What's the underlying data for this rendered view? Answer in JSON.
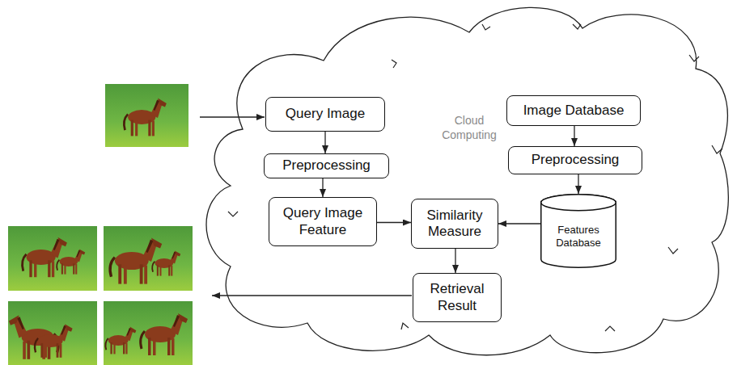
{
  "diagram": {
    "nodes": [
      {
        "text": [
          "Cloud Computing"
        ]
      },
      {
        "text": [
          "Query Image"
        ],
        "in": 0
      },
      {
        "text": [
          "Image Database"
        ],
        "in": 0
      },
      {
        "text": [
          "Preprocessing"
        ],
        "in": 0
      },
      {
        "text": [
          "Preprocessing"
        ],
        "in": 0
      },
      {
        "text": [
          "Query Image Feature"
        ],
        "in": 0
      },
      {
        "text": [
          "Similarity Measure"
        ],
        "in": 0
      },
      {
        "text": [
          "Features Database"
        ],
        "in": 0
      },
      {
        "text": [
          "Retrieval Result"
        ],
        "in": 0
      }
    ],
    "edges": [
      {
        "from": 1,
        "to": 3,
        "arrow": "to"
      },
      {
        "from": 3,
        "to": 5,
        "arrow": "to"
      },
      {
        "from": 2,
        "to": 4,
        "arrow": "to"
      },
      {
        "from": 4,
        "to": 7,
        "arrow": "to"
      },
      {
        "from": 5,
        "to": 6,
        "arrow": "to"
      },
      {
        "from": 7,
        "to": 6,
        "arrow": "to"
      },
      {
        "from": 6,
        "to": 8,
        "arrow": "to"
      }
    ]
  }
}
